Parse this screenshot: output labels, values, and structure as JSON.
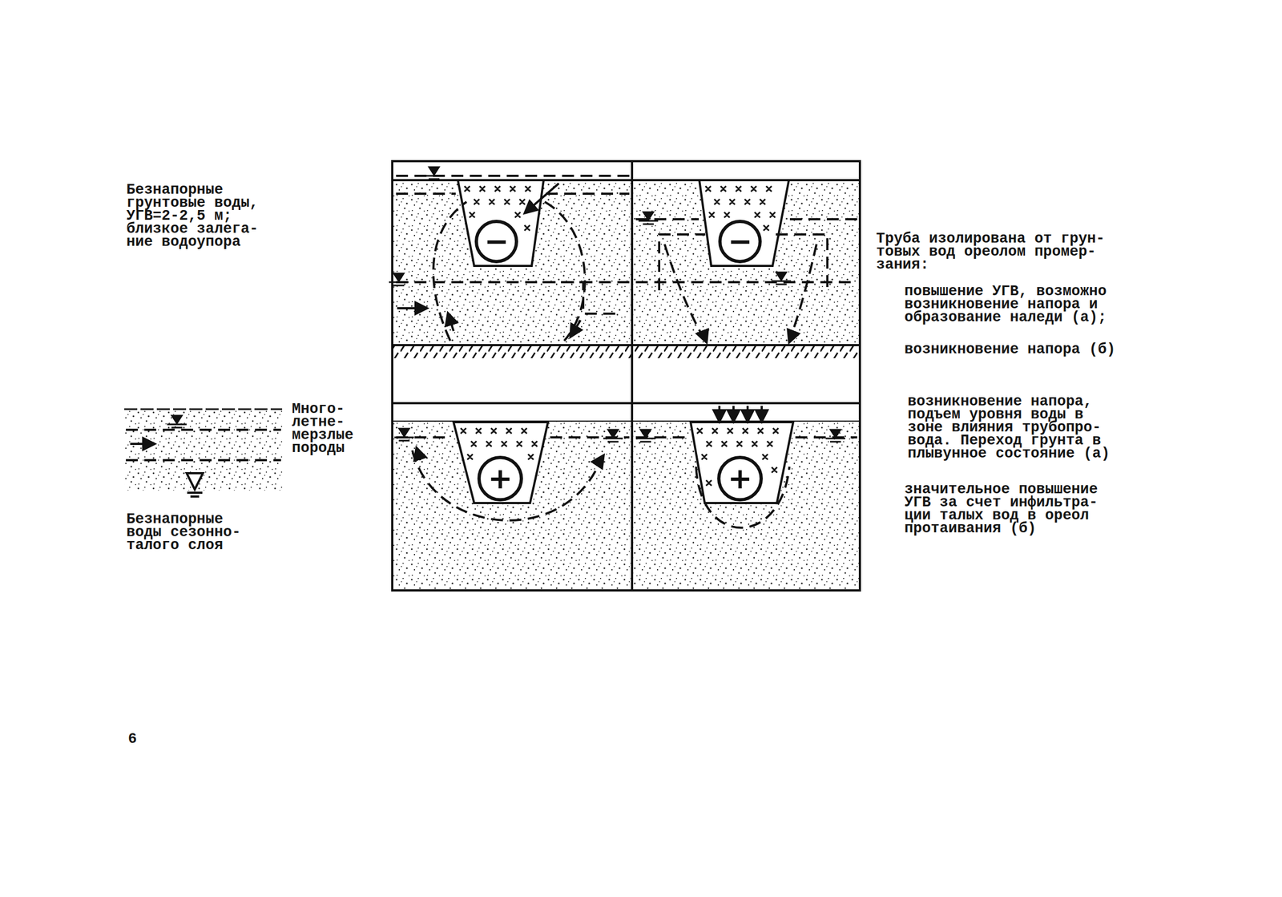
{
  "diagram": {
    "nodes": [
      {
        "text": [
          "−"
        ]
      },
      {
        "text": [
          "−"
        ]
      },
      {
        "text": [
          "+"
        ]
      },
      {
        "text": [
          "+"
        ]
      }
    ],
    "labels": [
      "Безнапорные грунтовые воды, УГВ=2-2,5 м; близкое залега- ние водоупора",
      "Много- летне- мерзлые породы",
      "Безнапорные воды сезонно- талого слоя",
      "Труба изолирована от грун- товых вод ореолом промер- зания:",
      "повышение УГВ, возможно возникновение напора и образование наледи (а);",
      "возникновение напора (б)",
      "возникновение напора, подъем уровня воды в зоне влияния трубопро- вода. Переход грунта в плывунное состояние (а)",
      "значительное повышение УГВ за счет инфильтра- ции талых вод в ореол протаивания (б)",
      "6"
    ]
  }
}
